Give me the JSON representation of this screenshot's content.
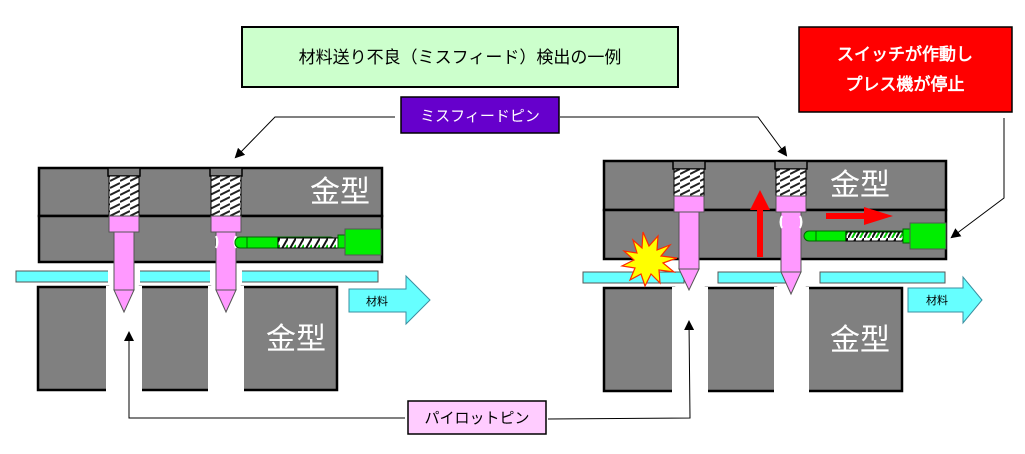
{
  "title": "材料送り不良（ミスフィード）検出の一例",
  "alert": {
    "line1": "スイッチが作動し",
    "line2": "プレス機が停止"
  },
  "labels": {
    "misfeed_pin": "ミスフィードピン",
    "pilot_pin": "パイロットピン"
  },
  "die_label": "金型",
  "material_label": "材料",
  "colors": {
    "title_bg": "#ccffcc",
    "alert_bg": "#ff0000",
    "misfeed_label_bg": "#6600cc",
    "pilot_label_bg": "#ffccff",
    "die": "#808080",
    "pin": "#ff99ff",
    "strip": "#66ffff",
    "switch": "#00ee00",
    "motion_arrow": "#ff0000",
    "spark_fill": "#ffff00",
    "spark_stroke": "#ff2a00"
  }
}
